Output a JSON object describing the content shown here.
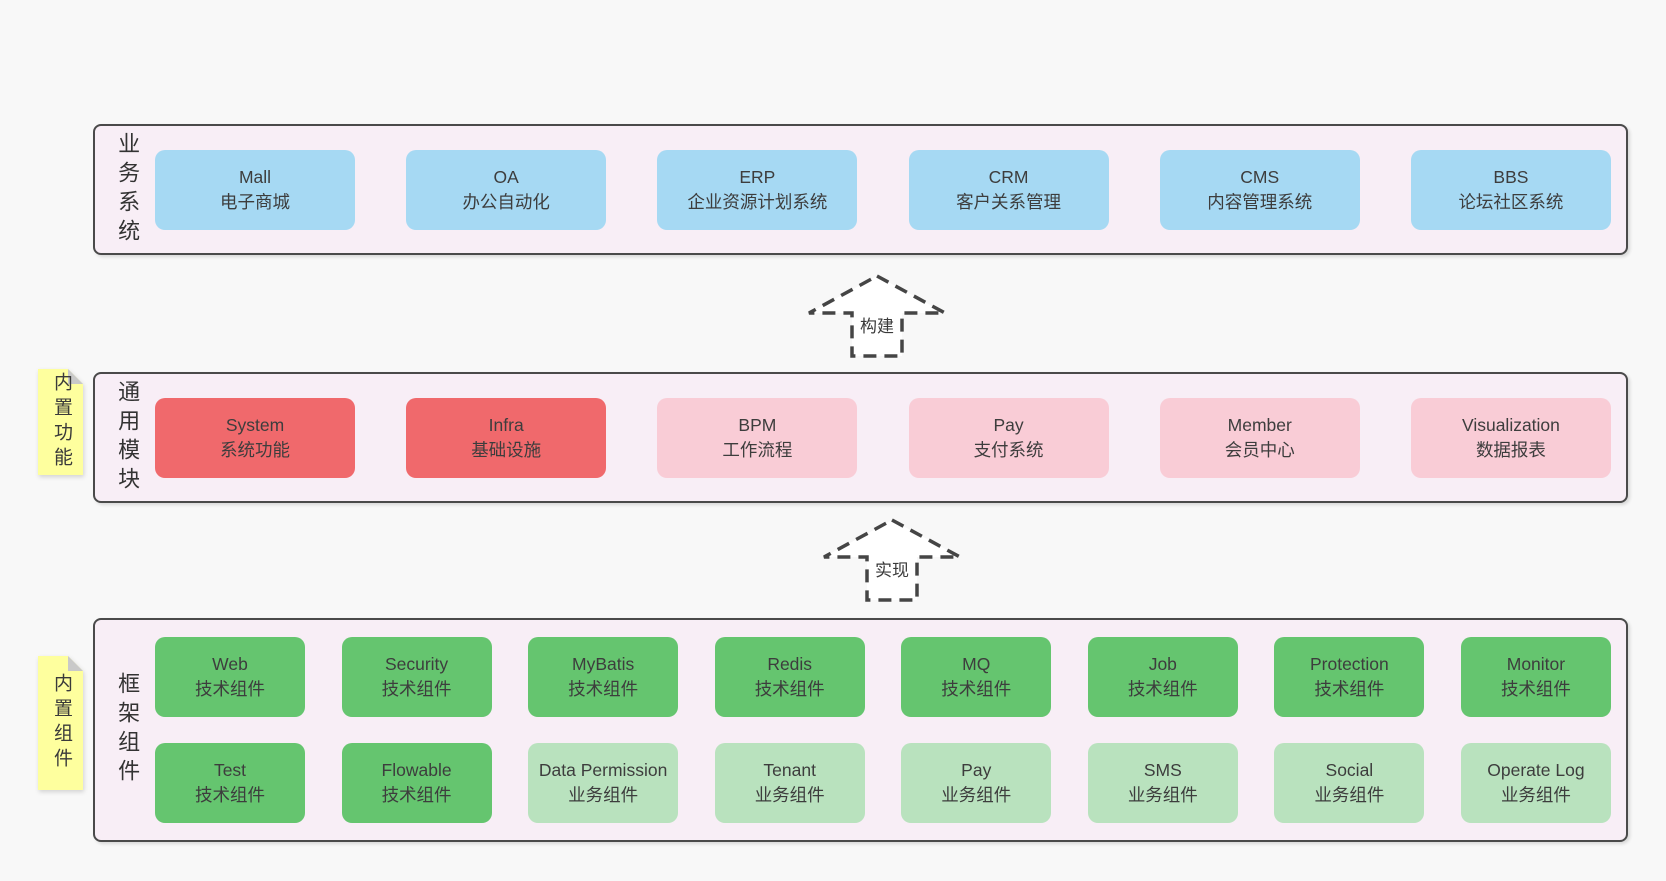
{
  "diagram": {
    "layers": [
      {
        "id": "business",
        "label": "业务系统",
        "rows": [
          [
            {
              "name": "Mall",
              "desc": "电子商城",
              "type": "blue"
            },
            {
              "name": "OA",
              "desc": "办公自动化",
              "type": "blue"
            },
            {
              "name": "ERP",
              "desc": "企业资源计划系统",
              "type": "blue"
            },
            {
              "name": "CRM",
              "desc": "客户关系管理",
              "type": "blue"
            },
            {
              "name": "CMS",
              "desc": "内容管理系统",
              "type": "blue"
            },
            {
              "name": "BBS",
              "desc": "论坛社区系统",
              "type": "blue"
            }
          ]
        ]
      },
      {
        "id": "modules",
        "label": "通用模块",
        "note": "内置功能",
        "rows": [
          [
            {
              "name": "System",
              "desc": "系统功能",
              "type": "red"
            },
            {
              "name": "Infra",
              "desc": "基础设施",
              "type": "red"
            },
            {
              "name": "BPM",
              "desc": "工作流程",
              "type": "pink"
            },
            {
              "name": "Pay",
              "desc": "支付系统",
              "type": "pink"
            },
            {
              "name": "Member",
              "desc": "会员中心",
              "type": "pink"
            },
            {
              "name": "Visualization",
              "desc": "数据报表",
              "type": "pink"
            }
          ]
        ]
      },
      {
        "id": "components",
        "label": "框架组件",
        "note": "内置组件",
        "rows": [
          [
            {
              "name": "Web",
              "desc": "技术组件",
              "type": "green"
            },
            {
              "name": "Security",
              "desc": "技术组件",
              "type": "green"
            },
            {
              "name": "MyBatis",
              "desc": "技术组件",
              "type": "green"
            },
            {
              "name": "Redis",
              "desc": "技术组件",
              "type": "green"
            },
            {
              "name": "MQ",
              "desc": "技术组件",
              "type": "green"
            },
            {
              "name": "Job",
              "desc": "技术组件",
              "type": "green"
            },
            {
              "name": "Protection",
              "desc": "技术组件",
              "type": "green"
            },
            {
              "name": "Monitor",
              "desc": "技术组件",
              "type": "green"
            }
          ],
          [
            {
              "name": "Test",
              "desc": "技术组件",
              "type": "green"
            },
            {
              "name": "Flowable",
              "desc": "技术组件",
              "type": "green"
            },
            {
              "name": "Data Permission",
              "desc": "业务组件",
              "type": "lightgreen"
            },
            {
              "name": "Tenant",
              "desc": "业务组件",
              "type": "lightgreen"
            },
            {
              "name": "Pay",
              "desc": "业务组件",
              "type": "lightgreen"
            },
            {
              "name": "SMS",
              "desc": "业务组件",
              "type": "lightgreen"
            },
            {
              "name": "Social",
              "desc": "业务组件",
              "type": "lightgreen"
            },
            {
              "name": "Operate Log",
              "desc": "业务组件",
              "type": "lightgreen"
            }
          ]
        ]
      }
    ],
    "arrows": [
      {
        "id": "build",
        "label": "构建"
      },
      {
        "id": "implement",
        "label": "实现"
      }
    ]
  },
  "colors": {
    "page-bg": "#f8f8f8",
    "container-bg": "#f8eef6",
    "border": "#4a4a4a",
    "blue": "#a6d9f3",
    "red": "#f0696c",
    "pink": "#f9ccd6",
    "green": "#65c56f",
    "lightgreen": "#b9e2be",
    "yellow": "#feff9e",
    "fold": "#c9c9c9",
    "text": "#3d3d3d"
  }
}
